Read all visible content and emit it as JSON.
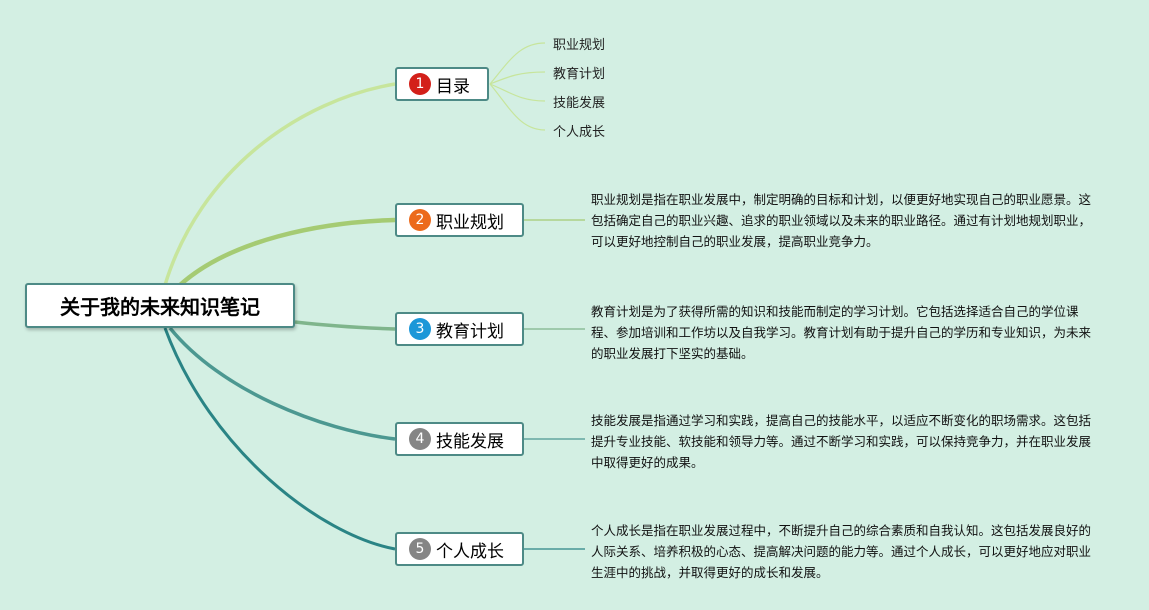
{
  "root": {
    "title": "关于我的未来知识笔记"
  },
  "topics": [
    {
      "num": "1",
      "label": "目录",
      "badge_color": "#d3201a",
      "line_color": "#c7e59c"
    },
    {
      "num": "2",
      "label": "职业规划",
      "badge_color": "#ec6a1b",
      "line_color": "#a5cb73"
    },
    {
      "num": "3",
      "label": "教育计划",
      "badge_color": "#1c97d8",
      "line_color": "#7fb58c"
    },
    {
      "num": "4",
      "label": "技能发展",
      "badge_color": "#858585",
      "line_color": "#4c9891"
    },
    {
      "num": "5",
      "label": "个人成长",
      "badge_color": "#858585",
      "line_color": "#2a8485"
    }
  ],
  "toc_items": [
    "职业规划",
    "教育计划",
    "技能发展",
    "个人成长"
  ],
  "descriptions": [
    "职业规划是指在职业发展中，制定明确的目标和计划，以便更好地实现自己的职业愿景。这包括确定自己的职业兴趣、追求的职业领域以及未来的职业路径。通过有计划地规划职业，可以更好地控制自己的职业发展，提高职业竞争力。",
    "教育计划是为了获得所需的知识和技能而制定的学习计划。它包括选择适合自己的学位课程、参加培训和工作坊以及自我学习。教育计划有助于提升自己的学历和专业知识，为未来的职业发展打下坚实的基础。",
    "技能发展是指通过学习和实践，提高自己的技能水平，以适应不断变化的职场需求。这包括提升专业技能、软技能和领导力等。通过不断学习和实践，可以保持竞争力，并在职业发展中取得更好的成果。",
    "个人成长是指在职业发展过程中，不断提升自己的综合素质和自我认知。这包括发展良好的人际关系、培养积极的心态、提高解决问题的能力等。通过个人成长，可以更好地应对职业生涯中的挑战，并取得更好的成长和发展。"
  ]
}
